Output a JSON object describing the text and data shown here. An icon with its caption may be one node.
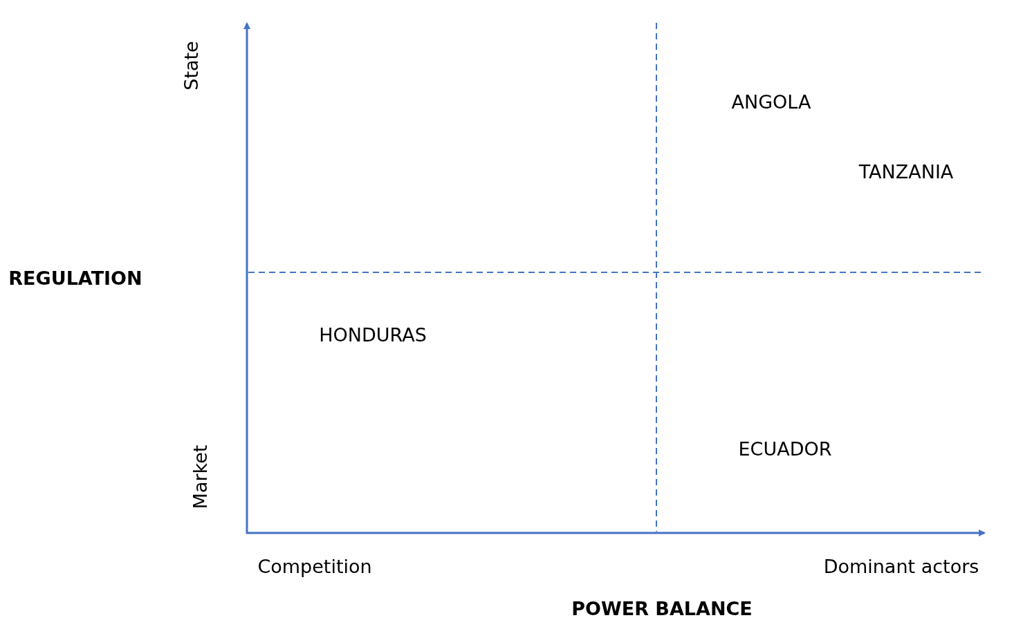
{
  "diagram": {
    "labels": [
      "State",
      "ANGOLA",
      "TANZANIA",
      "REGULATION",
      "HONDURAS",
      "ECUADOR",
      "Market",
      "Competition",
      "Dominant actors",
      "POWER BALANCE"
    ]
  }
}
